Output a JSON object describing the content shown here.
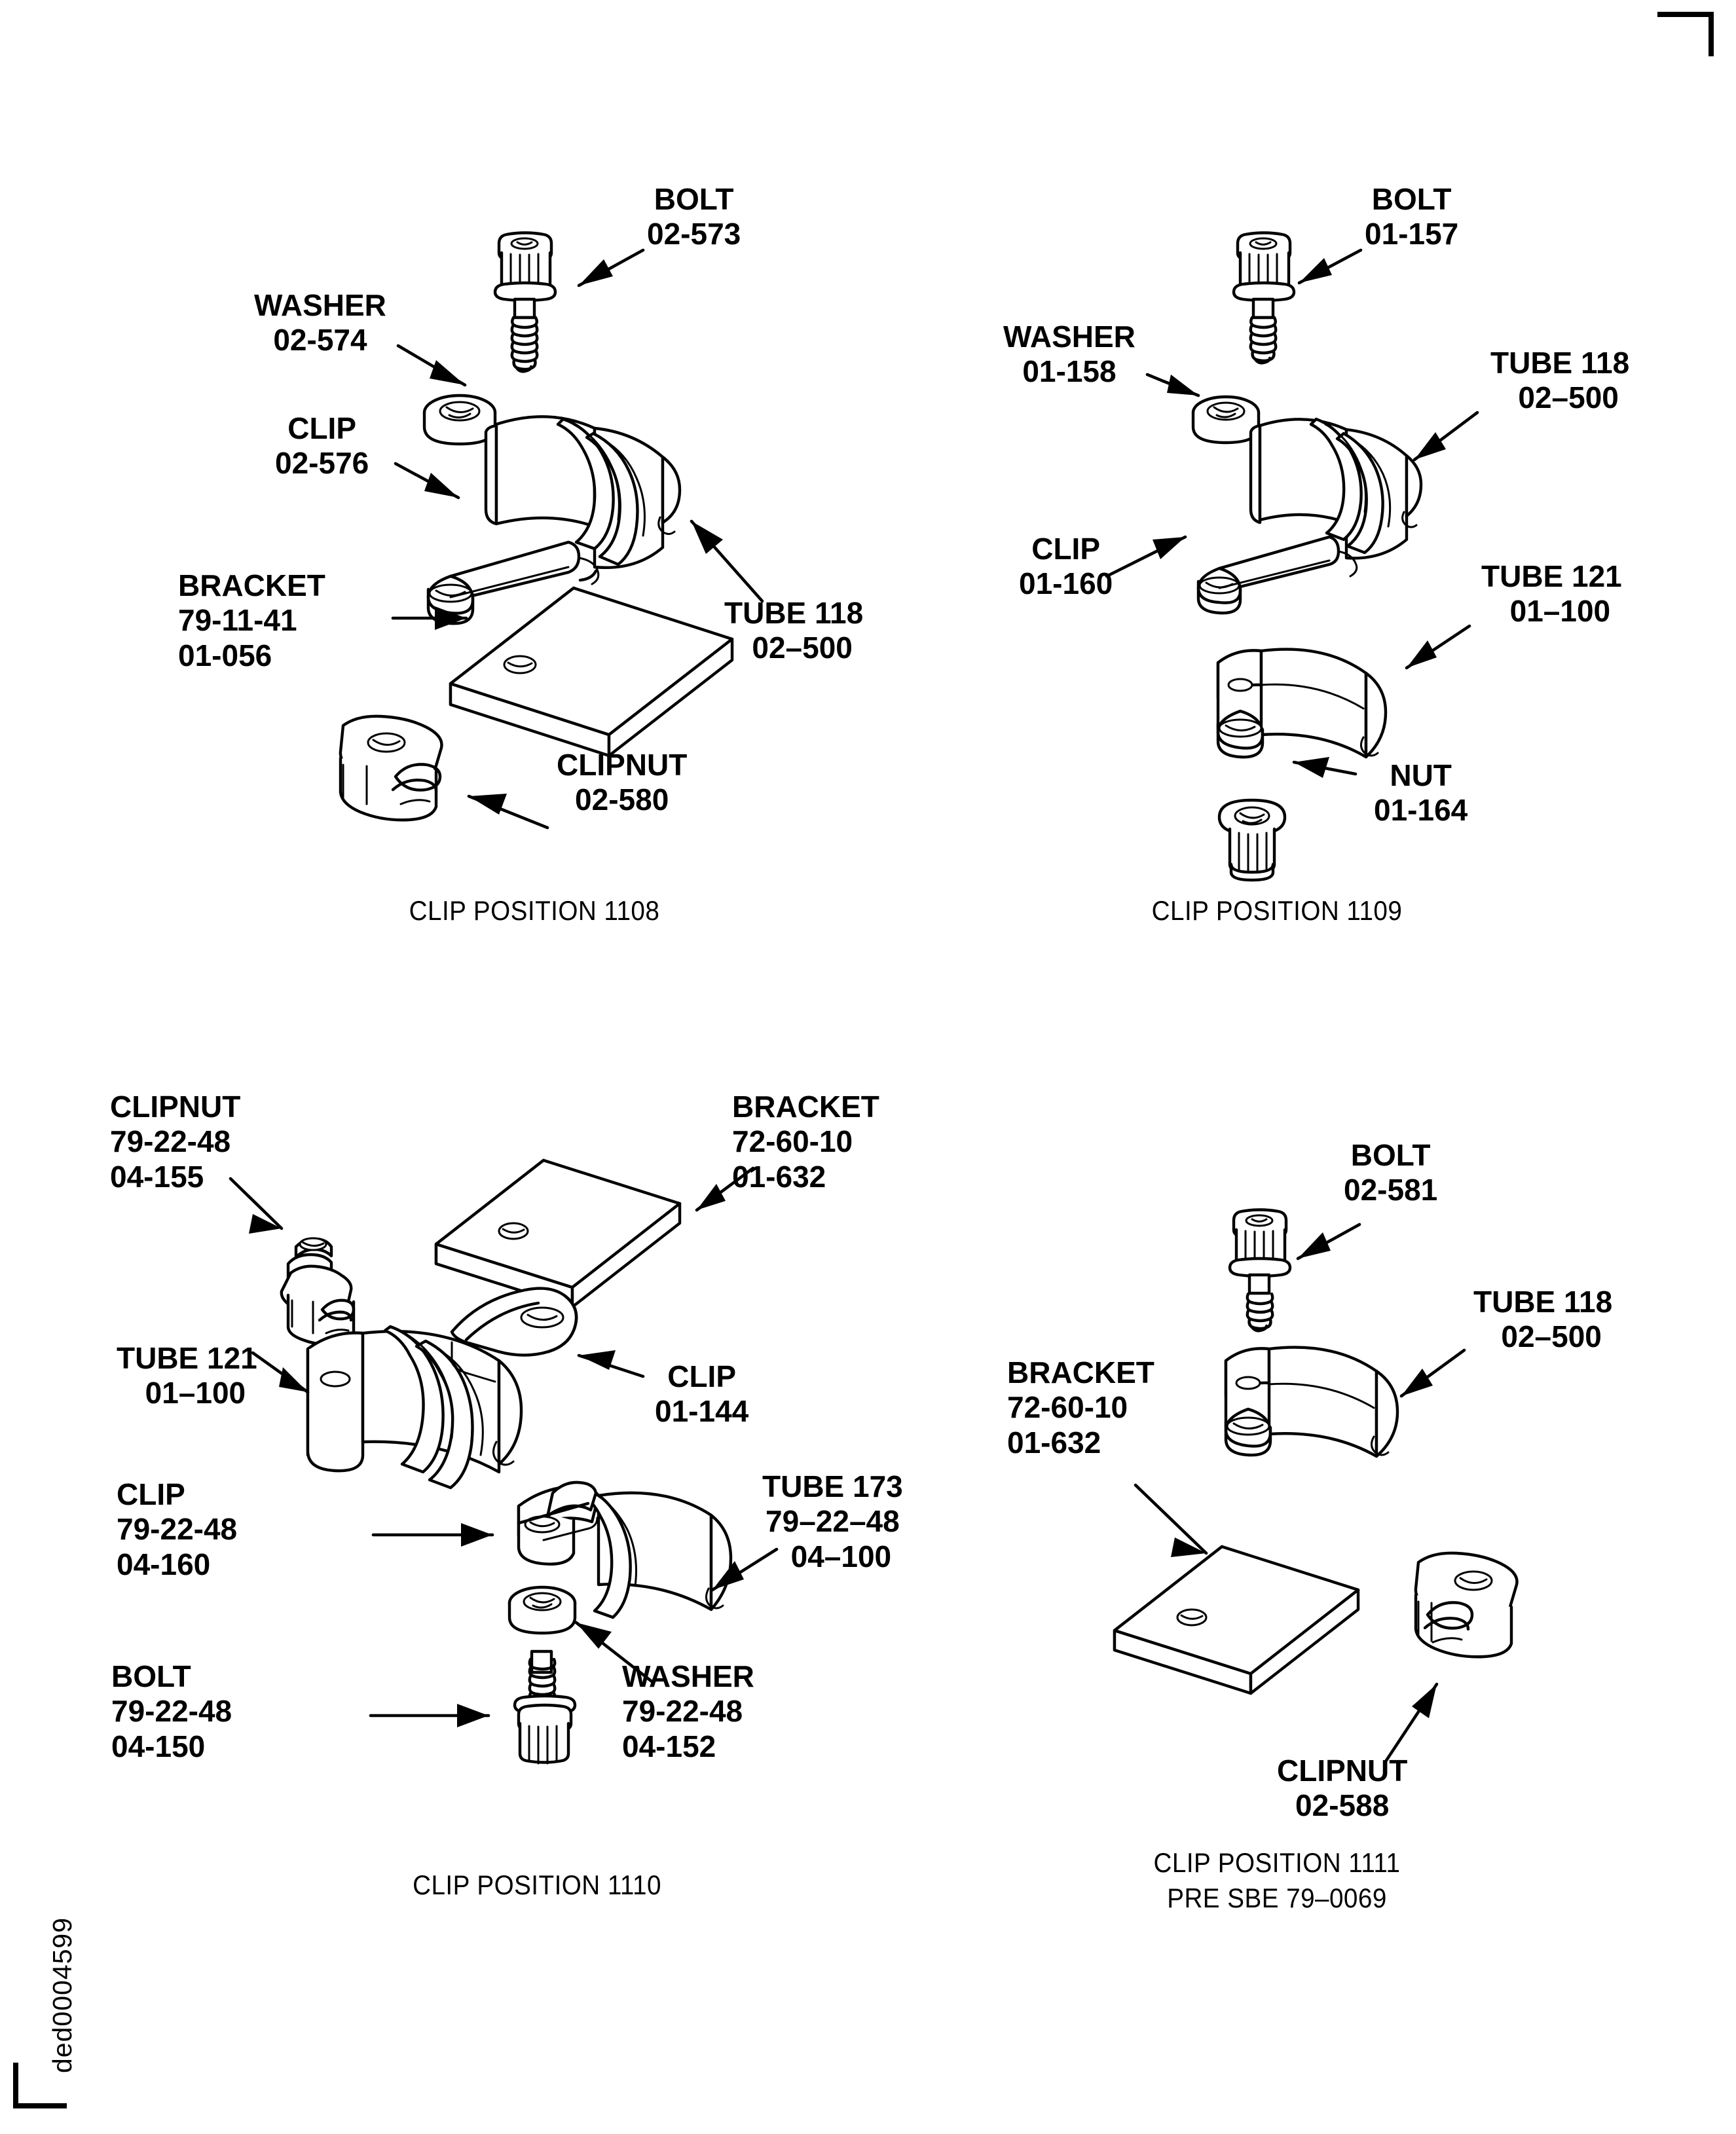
{
  "document": {
    "doc_id": "ded0004599",
    "corner_marks": [
      "top-right",
      "bottom-left"
    ]
  },
  "panels": [
    {
      "id": "panel-1108",
      "caption": [
        "CLIP POSITION 1108"
      ],
      "labels": [
        {
          "name": "bolt",
          "lines": [
            "BOLT",
            "02-573"
          ]
        },
        {
          "name": "washer",
          "lines": [
            "WASHER",
            "02-574"
          ]
        },
        {
          "name": "clip",
          "lines": [
            "CLIP",
            "02-576"
          ]
        },
        {
          "name": "bracket",
          "lines": [
            "BRACKET",
            "79-11-41",
            "01-056"
          ]
        },
        {
          "name": "tube-118",
          "lines": [
            "TUBE 118",
            "02–500"
          ]
        },
        {
          "name": "clipnut",
          "lines": [
            "CLIPNUT",
            "02-580"
          ]
        }
      ]
    },
    {
      "id": "panel-1109",
      "caption": [
        "CLIP POSITION 1109"
      ],
      "labels": [
        {
          "name": "bolt",
          "lines": [
            "BOLT",
            "01-157"
          ]
        },
        {
          "name": "washer",
          "lines": [
            "WASHER",
            "01-158"
          ]
        },
        {
          "name": "tube-118",
          "lines": [
            "TUBE 118",
            "02–500"
          ]
        },
        {
          "name": "clip",
          "lines": [
            "CLIP",
            "01-160"
          ]
        },
        {
          "name": "tube-121",
          "lines": [
            "TUBE 121",
            "01–100"
          ]
        },
        {
          "name": "nut",
          "lines": [
            "NUT",
            "01-164"
          ]
        }
      ]
    },
    {
      "id": "panel-1110",
      "caption": [
        "CLIP POSITION 1110"
      ],
      "labels": [
        {
          "name": "clipnut",
          "lines": [
            "CLIPNUT",
            "79-22-48",
            "04-155"
          ]
        },
        {
          "name": "bracket",
          "lines": [
            "BRACKET",
            "72-60-10",
            "01-632"
          ]
        },
        {
          "name": "tube-121",
          "lines": [
            "TUBE 121",
            "01–100"
          ]
        },
        {
          "name": "clip-upper",
          "lines": [
            "CLIP",
            "01-144"
          ]
        },
        {
          "name": "clip-lower",
          "lines": [
            "CLIP",
            "79-22-48",
            "04-160"
          ]
        },
        {
          "name": "tube-173",
          "lines": [
            "TUBE 173",
            "79–22–48",
            "04–100"
          ]
        },
        {
          "name": "bolt",
          "lines": [
            "BOLT",
            "79-22-48",
            "04-150"
          ]
        },
        {
          "name": "washer",
          "lines": [
            "WASHER",
            "79-22-48",
            "04-152"
          ]
        }
      ]
    },
    {
      "id": "panel-1111",
      "caption": [
        "CLIP POSITION 1111",
        "PRE SBE 79–0069"
      ],
      "labels": [
        {
          "name": "bolt",
          "lines": [
            "BOLT",
            "02-581"
          ]
        },
        {
          "name": "tube-118",
          "lines": [
            "TUBE 118",
            "02–500"
          ]
        },
        {
          "name": "bracket",
          "lines": [
            "BRACKET",
            "72-60-10",
            "01-632"
          ]
        },
        {
          "name": "clipnut",
          "lines": [
            "CLIPNUT",
            "02-588"
          ]
        }
      ]
    }
  ],
  "colors": {
    "ink": "#000000",
    "paper": "#ffffff"
  }
}
